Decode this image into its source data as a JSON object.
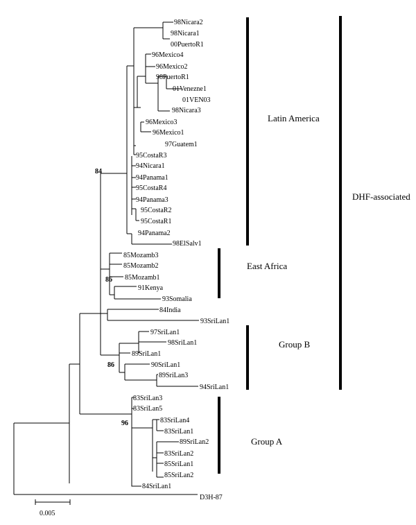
{
  "tree": {
    "leaves": [
      "98Nicara2",
      "98Nicara1",
      "00PuertoR1",
      "96Mexico4",
      "96Mexico2",
      "98PuertoR1",
      "01Venezne1",
      "01VEN03",
      "98Nicara3",
      "96Mexico3",
      "96Mexico1",
      "97Guatem1",
      "95CostaR3",
      "94Nicara1",
      "94Panama1",
      "95CostaR4",
      "94Panama3",
      "95CostaR2",
      "95CostaR1",
      "94Panama2",
      "98ElSalv1",
      "85Mozamb3",
      "85Mozamb2",
      "85Mozamb1",
      "91Kenya",
      "93Somalia",
      "84India",
      "93SriLan1",
      "97SriLan1",
      "98SriLan1",
      "89SriLan1",
      "90SriLan1",
      "89SriLan3",
      "94SriLan1",
      "83SriLan3",
      "83SriLan5",
      "83SriLan4",
      "83SriLan1",
      "89SriLan2",
      "83SriLan2",
      "85SriLan1",
      "85SriLan2",
      "84SriLan1",
      "D3H-87"
    ],
    "bootstrap": [
      "84",
      "86",
      "86",
      "96"
    ]
  },
  "groups": {
    "latin_america": "Latin America",
    "east_africa": "East Africa",
    "group_b": "Group B",
    "group_a": "Group A",
    "dhf": "DHF-associated"
  },
  "scale": {
    "label": "0.005"
  }
}
